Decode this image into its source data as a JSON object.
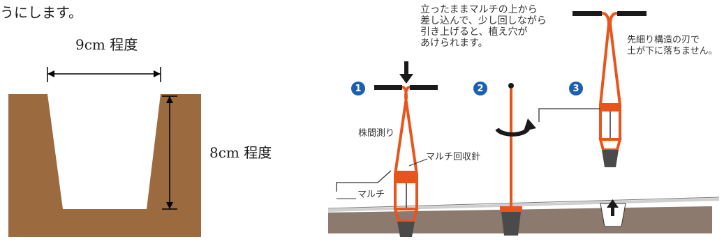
{
  "intro_text": "うにします。",
  "left_diagram": {
    "width_label": "9cm 程度",
    "depth_label": "8cm 程度"
  },
  "right_diagram": {
    "instruction": [
      "立ったままマルチの上から",
      "差し込んで、少し回しながら",
      "引き上げると、植え穴が",
      "あけられます。"
    ],
    "feature_note": [
      "先細り構造の刃で",
      "土が下に落ちません。"
    ],
    "steps": [
      "1",
      "2",
      "3"
    ],
    "labels": {
      "spacing_gauge": "株間測り",
      "mulch_needle": "マルチ回収針",
      "mulch": "マルチ"
    }
  },
  "colors": {
    "soil": "#9b6a3f",
    "tool_orange": "#e8541a",
    "ground": "#8c7a6e",
    "step_badge": "#1b5fae"
  }
}
